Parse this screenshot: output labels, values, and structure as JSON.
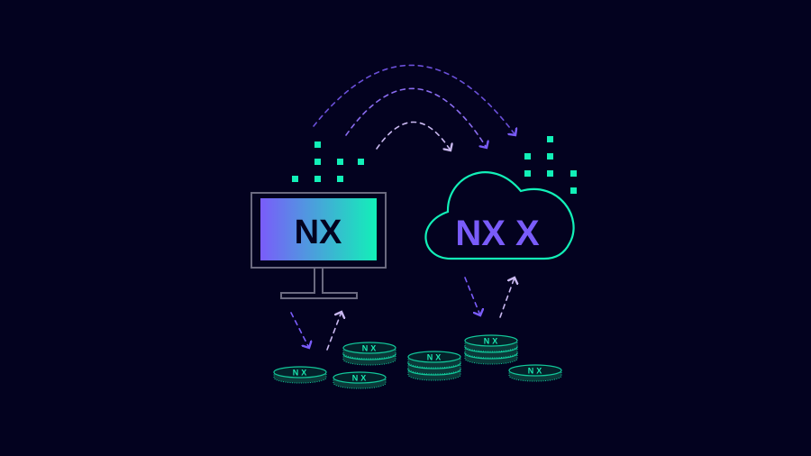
{
  "monitor": {
    "label": "NX"
  },
  "cloud": {
    "label": "NX X"
  },
  "coins": [
    {
      "label": "NX",
      "stack": 1
    },
    {
      "label": "NX",
      "stack": 1
    },
    {
      "label": "NX",
      "stack": 2
    },
    {
      "label": "NX",
      "stack": 3
    },
    {
      "label": "NX",
      "stack": 3
    },
    {
      "label": "NX",
      "stack": 1
    }
  ],
  "colors": {
    "background": "#03021f",
    "accent_green": "#12f0b8",
    "accent_purple": "#7a5cfa",
    "arrow_light": "#c9b8f0",
    "monitor_frame": "#6b6a80"
  }
}
